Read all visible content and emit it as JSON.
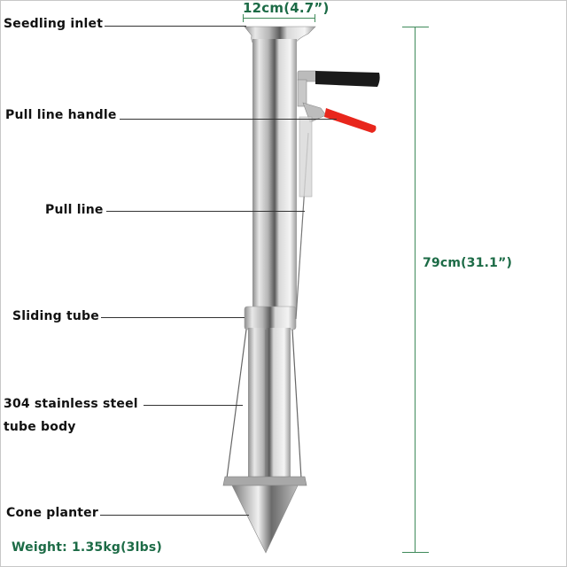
{
  "labels": {
    "seedling_inlet": "Seedling inlet",
    "pull_line_handle": "Pull line handle",
    "pull_line": "Pull line",
    "sliding_tube": "Sliding tube",
    "tube_body_line1": "304 stainless steel",
    "tube_body_line2": "tube body",
    "cone_planter": "Cone planter"
  },
  "dimensions": {
    "width": "12cm(4.7”)",
    "height": "79cm(31.1”)"
  },
  "weight": "Weight: 1.35kg(3lbs)",
  "colors": {
    "accent_green": "#1c6b46",
    "dimension_line": "#3f8a5a",
    "handle_black": "#1a1a1a",
    "handle_red": "#e8261c",
    "steel": "#c9c9c9"
  }
}
